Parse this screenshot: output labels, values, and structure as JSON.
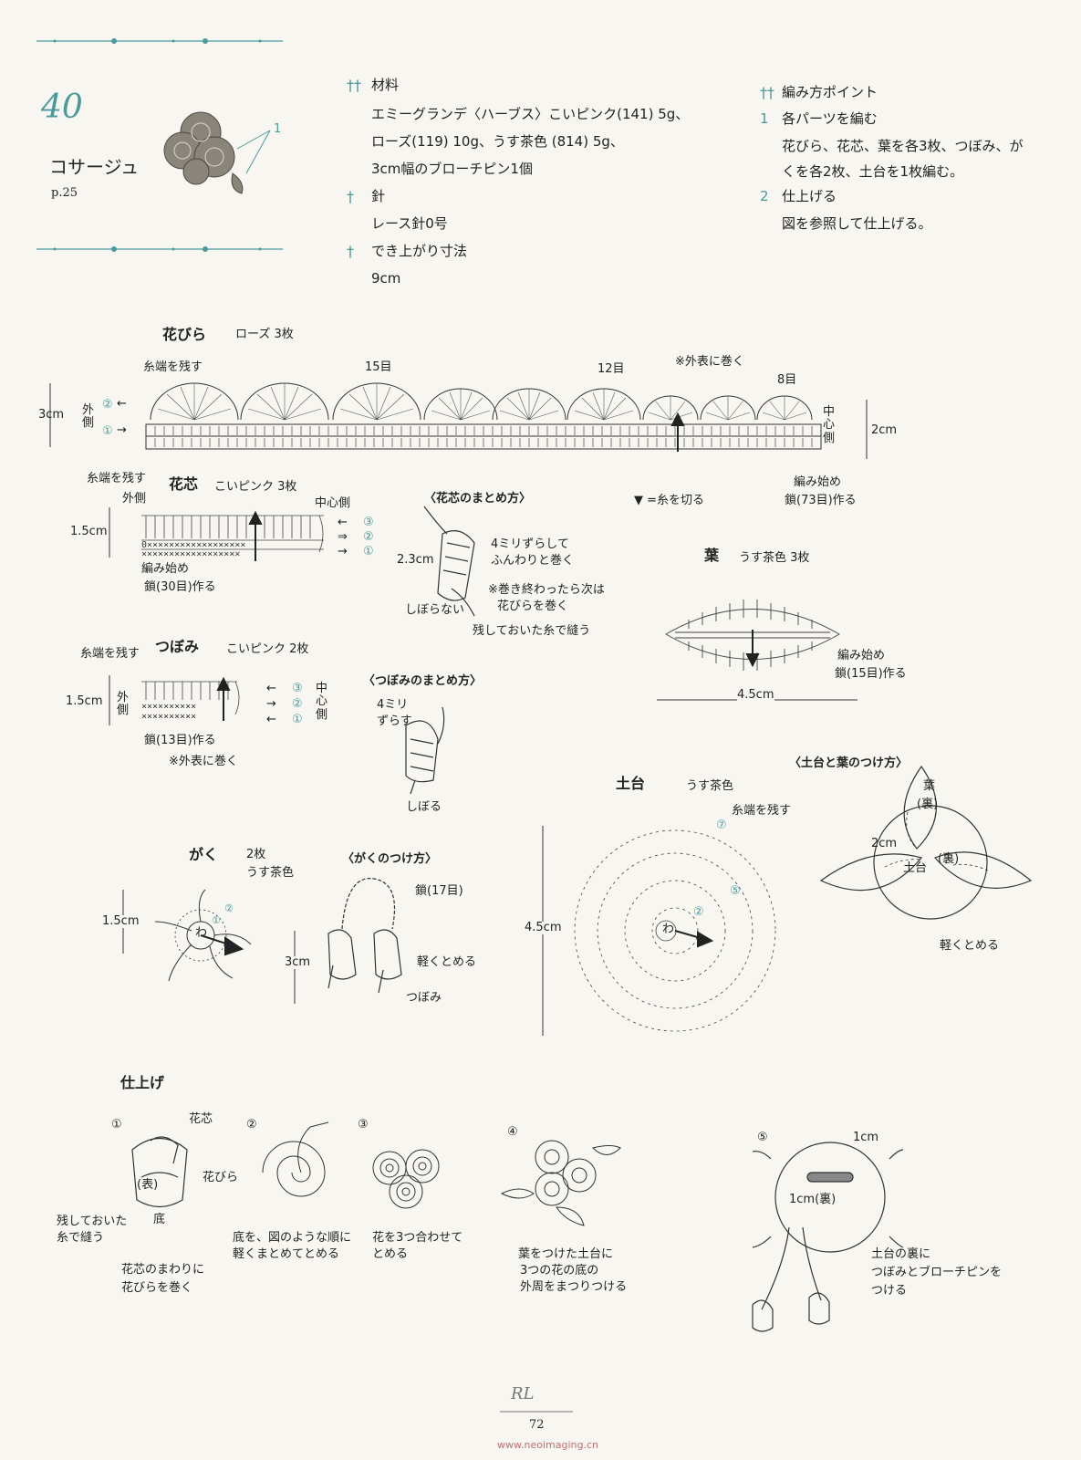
{
  "header": {
    "pattern_number": "40",
    "title": "コサージュ",
    "page_ref": "p.25",
    "photo_callout": "1"
  },
  "materials": {
    "head_materials": "材料",
    "yarn_line1": "エミーグランデ〈ハーブス〉こいピンク(141) 5g、",
    "yarn_line2": "ローズ(119) 10g、うす茶色 (814) 5g、",
    "yarn_line3": "3cm幅のブローチピン1個",
    "head_needle": "針",
    "needle": "レース針0号",
    "head_size": "でき上がり寸法",
    "size": "9cm"
  },
  "points": {
    "head": "編み方ポイント",
    "step1_num": "1",
    "step1_title": "各パーツを編む",
    "step1_line1": "花びら、花芯、葉を各3枚、つぼみ、が",
    "step1_line2": "くを各2枚、土台を1枚編む。",
    "step2_num": "2",
    "step2_title": "仕上げる",
    "step2_line1": "図を参照して仕上げる。"
  },
  "petal": {
    "title": "花びら",
    "sub": "ローズ  3枚",
    "leave_end": "糸端を残す",
    "st15": "15目",
    "st12": "12目",
    "wrap_note": "※外表に巻く",
    "st8": "8目",
    "h3": "3cm",
    "outer": "外側",
    "r2": "②",
    "r1": "①",
    "center": "中心側",
    "h2": "2cm",
    "start1": "編み始め",
    "start2": "鎖(73目)作る"
  },
  "stamen": {
    "leave_end": "糸端を残す",
    "title": "花芯",
    "sub": "こいピンク  3枚",
    "outer": "外側",
    "center": "中心側",
    "h": "1.5cm",
    "r3": "③",
    "r2": "②",
    "r1": "①",
    "start1": "編み始め",
    "start2": "鎖(30目)作る"
  },
  "stamen_how": {
    "title": "〈花芯のまとめ方〉",
    "shift1": "4ミリずらして",
    "shift2": "ふんわりと巻く",
    "h": "2.3cm",
    "note1": "※巻き終わったら次は",
    "note2": "花びらを巻く",
    "no_gather": "しぼらない",
    "sew": "残しておいた糸で縫う"
  },
  "legend": {
    "cut": "▼ =糸を切る"
  },
  "leaf": {
    "title": "葉",
    "sub": "うす茶色  3枚",
    "start1": "編み始め",
    "start2": "鎖(15目)作る",
    "w": "4.5cm"
  },
  "bud": {
    "leave_end": "糸端を残す",
    "title": "つぼみ",
    "sub": "こいピンク  2枚",
    "h": "1.5cm",
    "outer": "外側",
    "center": "中心側",
    "r3": "③",
    "r2": "②",
    "r1": "①",
    "start": "鎖(13目)作る",
    "note": "※外表に巻く"
  },
  "bud_how": {
    "title": "〈つぼみのまとめ方〉",
    "shift1": "4ミリ",
    "shift2": "ずらす",
    "gather": "しぼる"
  },
  "base": {
    "title": "土台",
    "sub": "うす茶色",
    "leave_end": "糸端を残す",
    "d": "4.5cm",
    "ring": "わ",
    "r7": "⑦",
    "r5": "⑤",
    "r2": "②"
  },
  "base_leaf": {
    "title": "〈土台と葉のつけ方〉",
    "leaf1": "葉",
    "leaf2": "(裏)",
    "d2": "2cm",
    "base1": "土台",
    "base2": "(裏)",
    "tack": "軽くとめる"
  },
  "calyx": {
    "title": "がく",
    "count": "2枚",
    "color": "うす茶色",
    "h": "1.5cm",
    "ring": "わ",
    "r1": "①",
    "r2": "②"
  },
  "calyx_how": {
    "title": "〈がくのつけ方〉",
    "chain": "鎖(17目)",
    "h": "3cm",
    "tack": "軽くとめる",
    "bud": "つぼみ"
  },
  "finish": {
    "title": "仕上げ",
    "s1_num": "①",
    "s1_stamen": "花芯",
    "s1_petal": "花びら",
    "s1_front": "(表)",
    "s1_bottom": "底",
    "s1_sew1": "残しておいた",
    "s1_sew2": "糸で縫う",
    "s1_wrap1": "花芯のまわりに",
    "s1_wrap2": "花びらを巻く",
    "s2_num": "②",
    "s2_line1": "底を、図のような順に",
    "s2_line2": "軽くまとめてとめる",
    "s3_num": "③",
    "s3_line1": "花を3つ合わせて",
    "s3_line2": "とめる",
    "s4_num": "④",
    "s4_line1": "葉をつけた土台に",
    "s4_line2": "3つの花の底の",
    "s4_line3": "外周をまつりつける",
    "s5_num": "⑤",
    "s5_1cm": "1cm",
    "s5_back": "1cm(裏)",
    "s5_line1": "土台の裏に",
    "s5_line2": "つぼみとブローチピンを",
    "s5_line3": "つける"
  },
  "footer": {
    "page_number": "72",
    "watermark": "www.neoimaging.cn"
  },
  "colors": {
    "accent": "#4a9a9a",
    "ink": "#222222",
    "paper": "#f7f6f1"
  }
}
